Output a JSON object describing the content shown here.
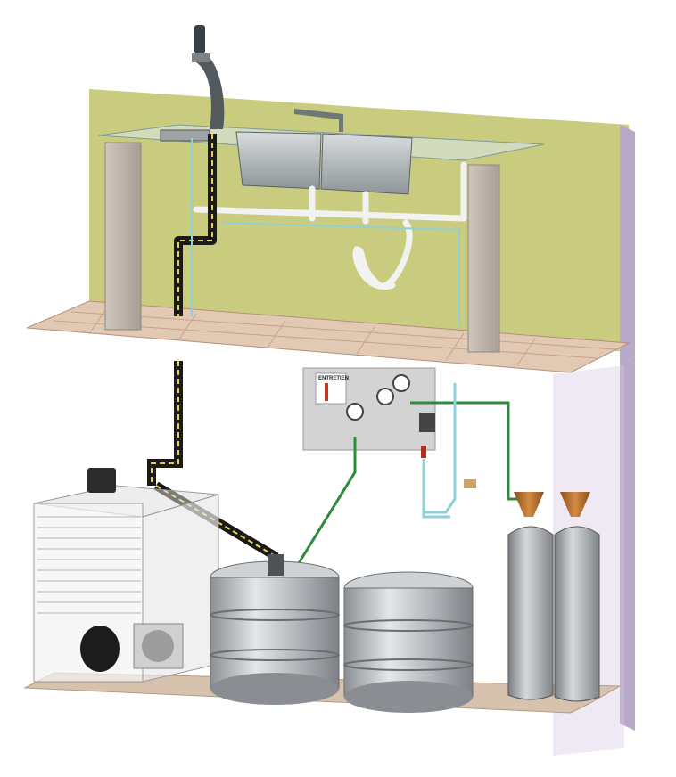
{
  "panel": {
    "label": "ENTRETIEN"
  },
  "colors": {
    "wall_olive": "#c9cc7e",
    "wall_side": "#b8a9c8",
    "floor_tile": "#e2c9b4",
    "cellar_floor": "#d7c2ad",
    "keg_steel": "#b9bcbf",
    "cylinder": "#a8acb0",
    "funnel_copper": "#b77432",
    "gas_line": "#2e8b3c",
    "water_line": "#8fd0d8",
    "beer_line_dark": "#1a1a1a",
    "beer_line_yellow": "#e8d24a"
  },
  "components": {
    "beer_tap": "beer-tap-tower",
    "sinks": 2,
    "kegs": 2,
    "gas_cylinders": 2,
    "pressure_gauges": 3
  }
}
